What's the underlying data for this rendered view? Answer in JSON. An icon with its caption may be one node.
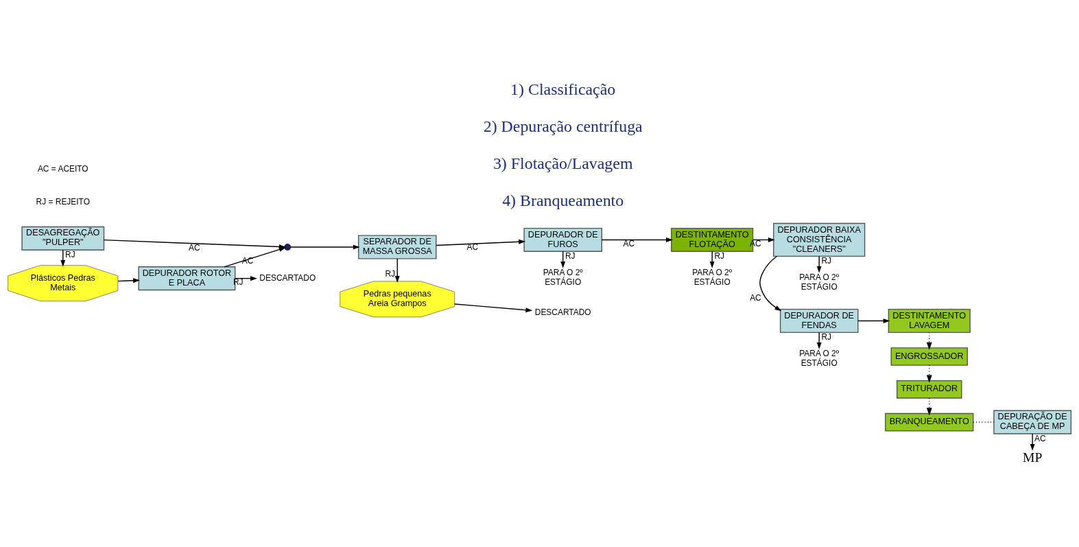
{
  "diagram": {
    "nodes": [
      {
        "text": [
          "DESAGREGAÇÃO \"PULPER\""
        ]
      },
      {
        "text": [],
        "shape": "circle"
      },
      {
        "text": [
          "SEPARADOR DE MASSA GROSSA"
        ]
      },
      {
        "text": [
          "DEPURADOR DE FUROS"
        ]
      },
      {
        "text": [
          "DESTINTAMENTO FLOTAÇÃO"
        ]
      },
      {
        "text": [
          "DEPURADOR BAIXA CONSISTÊNCIA \"CLEANERS\""
        ]
      },
      {
        "text": [
          "DEPURADOR DE FENDAS"
        ]
      },
      {
        "text": [
          "DESTINTAMENTO LAVAGEM"
        ]
      },
      {
        "text": [
          "ENGROSSADOR"
        ]
      },
      {
        "text": [
          "TRITURADOR"
        ]
      },
      {
        "text": [
          "BRANQUEAMENTO"
        ]
      },
      {
        "text": [
          "DEPURAÇÃO DE CABEÇA DE MP"
        ]
      },
      {
        "text": [
          "Plásticos Pedras Metais"
        ]
      },
      {
        "text": [
          "Pedras pequenas Areia Grampos"
        ]
      },
      {
        "text": [
          "DEPURADOR ROTOR E PLACA"
        ]
      },
      {
        "text": [
          "DESCARTADO"
        ]
      },
      {
        "text": [
          "DESCARTADO"
        ]
      },
      {
        "text": [
          "PARA O 2º ESTÁGIO"
        ]
      },
      {
        "text": [
          "PARA O 2º ESTÁGIO"
        ]
      },
      {
        "text": [
          "PARA O 2º ESTÁGIO"
        ]
      },
      {
        "text": [
          "PARA O 2º ESTÁGIO"
        ]
      },
      {
        "text": [
          "MP"
        ]
      }
    ],
    "edges": [
      {
        "from": 0,
        "to": 1,
        "arrow": "to",
        "label": "AC"
      },
      {
        "from": 0,
        "to": 12,
        "arrow": "to",
        "label": "RJ"
      },
      {
        "from": 1,
        "to": 2,
        "arrow": "to"
      },
      {
        "from": 2,
        "to": 3,
        "arrow": "to",
        "label": "AC"
      },
      {
        "from": 2,
        "to": 13,
        "arrow": "to",
        "label": "RJ"
      },
      {
        "from": 3,
        "to": 4,
        "arrow": "to",
        "label": "AC"
      },
      {
        "from": 3,
        "to": 17,
        "arrow": "to",
        "label": "RJ"
      },
      {
        "from": 4,
        "to": 5,
        "arrow": "to",
        "label": "AC"
      },
      {
        "from": 4,
        "to": 18,
        "arrow": "to",
        "label": "RJ"
      },
      {
        "from": 5,
        "to": 6,
        "arrow": "to",
        "label": "AC"
      },
      {
        "from": 5,
        "to": 19,
        "arrow": "to",
        "label": "RJ"
      },
      {
        "from": 6,
        "to": 7,
        "arrow": "to"
      },
      {
        "from": 6,
        "to": 20,
        "arrow": "to",
        "label": "RJ"
      },
      {
        "from": 7,
        "to": 8,
        "arrow": "to",
        "style": "dashed"
      },
      {
        "from": 8,
        "to": 9,
        "arrow": "to",
        "style": "dashed"
      },
      {
        "from": 9,
        "to": 10,
        "arrow": "to",
        "style": "dashed"
      },
      {
        "from": 10,
        "to": 11,
        "arrow": "none",
        "style": "dashed"
      },
      {
        "from": 11,
        "to": 21,
        "arrow": "to",
        "label": "AC"
      },
      {
        "from": 12,
        "to": 14,
        "arrow": "to"
      },
      {
        "from": 13,
        "to": 15,
        "arrow": "to"
      },
      {
        "from": 14,
        "to": 1,
        "arrow": "to",
        "label": "AC"
      },
      {
        "from": 14,
        "to": 16,
        "arrow": "to",
        "label": "RJ"
      }
    ],
    "labels": [
      "1) Classificação",
      "2) Depuração centrífuga",
      "3) Flotação/Lavagem",
      "4) Branqueamento",
      "AC = ACEITO",
      "RJ = REJEITO"
    ]
  }
}
